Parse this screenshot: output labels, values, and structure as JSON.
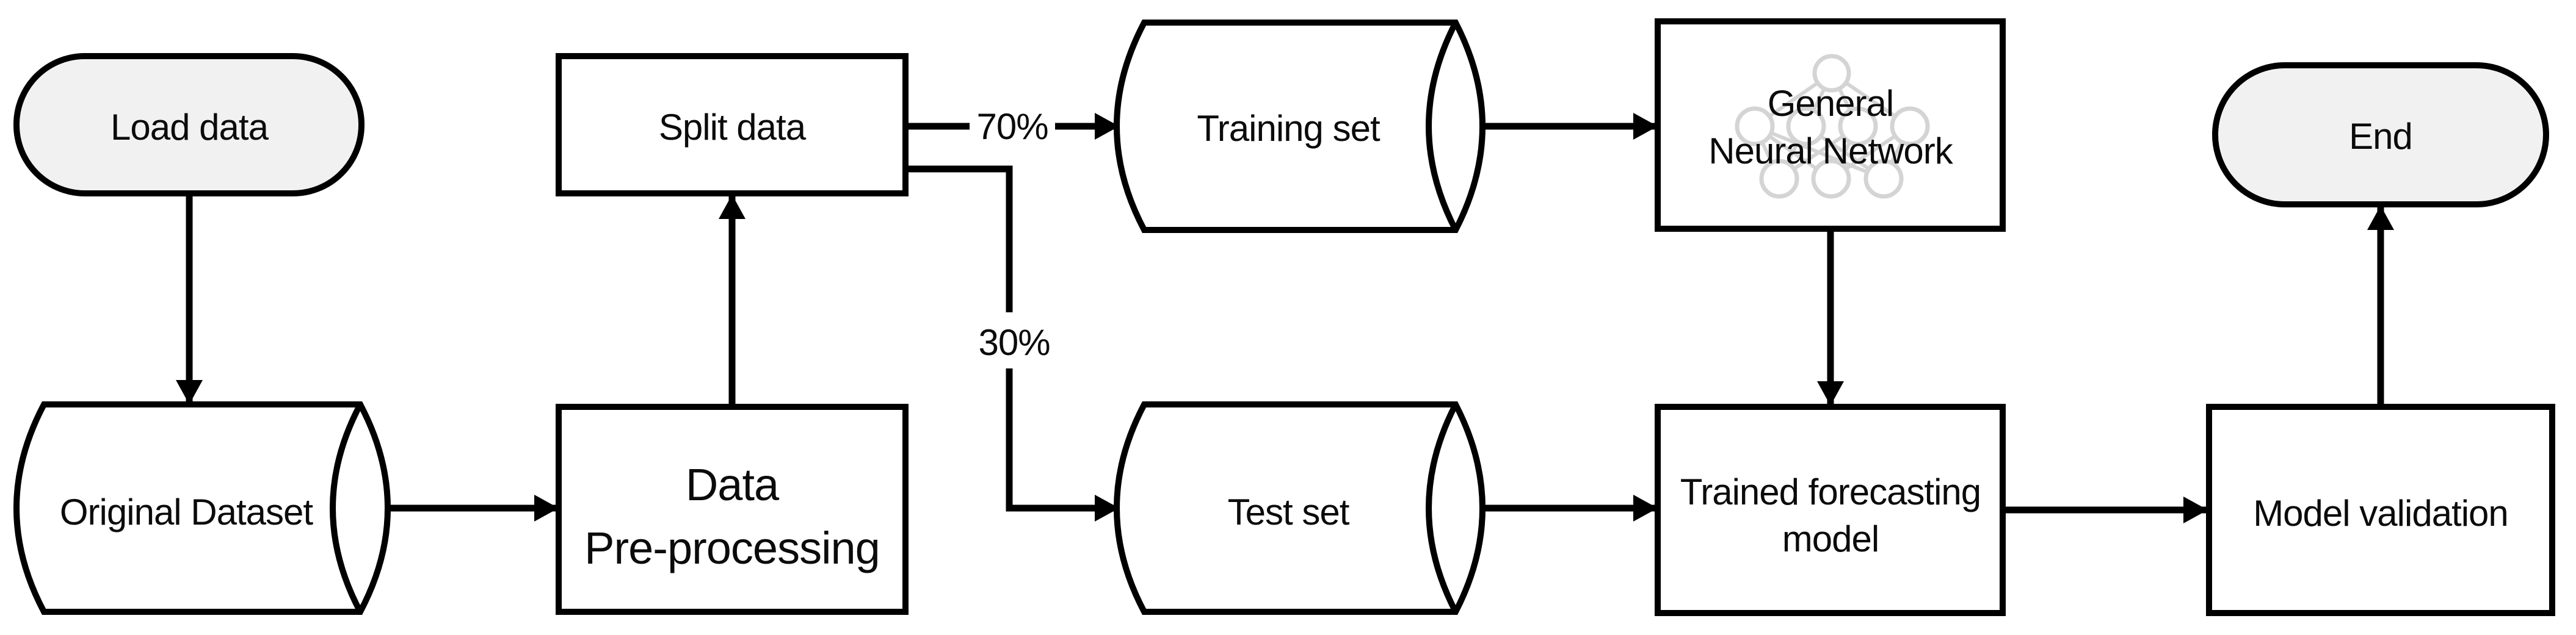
{
  "flowchart": {
    "nodes": {
      "load_data": {
        "shape": "terminator",
        "label": "Load data"
      },
      "original_dataset": {
        "shape": "cylinder",
        "label": "Original Dataset"
      },
      "data_preprocessing": {
        "shape": "process",
        "line1": "Data",
        "line2": "Pre-processing"
      },
      "split_data": {
        "shape": "process",
        "label": "Split data"
      },
      "training_set": {
        "shape": "cylinder",
        "label": "Training set"
      },
      "test_set": {
        "shape": "cylinder",
        "label": "Test set"
      },
      "general_neural_network": {
        "shape": "process",
        "line1": "General",
        "line2": "Neural Network"
      },
      "trained_forecasting_model": {
        "shape": "process",
        "line1": "Trained forecasting",
        "line2": "model"
      },
      "model_validation": {
        "shape": "process",
        "label": "Model validation"
      },
      "end": {
        "shape": "terminator",
        "label": "End"
      }
    },
    "edges": [
      {
        "from": "load_data",
        "to": "original_dataset",
        "label": ""
      },
      {
        "from": "original_dataset",
        "to": "data_preprocessing",
        "label": ""
      },
      {
        "from": "data_preprocessing",
        "to": "split_data",
        "label": ""
      },
      {
        "from": "split_data",
        "to": "training_set",
        "label": "70%"
      },
      {
        "from": "split_data",
        "to": "test_set",
        "label": "30%"
      },
      {
        "from": "training_set",
        "to": "general_neural_network",
        "label": ""
      },
      {
        "from": "general_neural_network",
        "to": "trained_forecasting_model",
        "label": ""
      },
      {
        "from": "test_set",
        "to": "trained_forecasting_model",
        "label": ""
      },
      {
        "from": "trained_forecasting_model",
        "to": "model_validation",
        "label": ""
      },
      {
        "from": "model_validation",
        "to": "end",
        "label": ""
      }
    ],
    "colors": {
      "background": "#ffffff",
      "stroke": "#000000",
      "text": "#0b0b0b",
      "process-fill": "#ffffff",
      "terminal-fill": "#f1f1f1",
      "nn-sketch": "#d4d4d4"
    }
  }
}
